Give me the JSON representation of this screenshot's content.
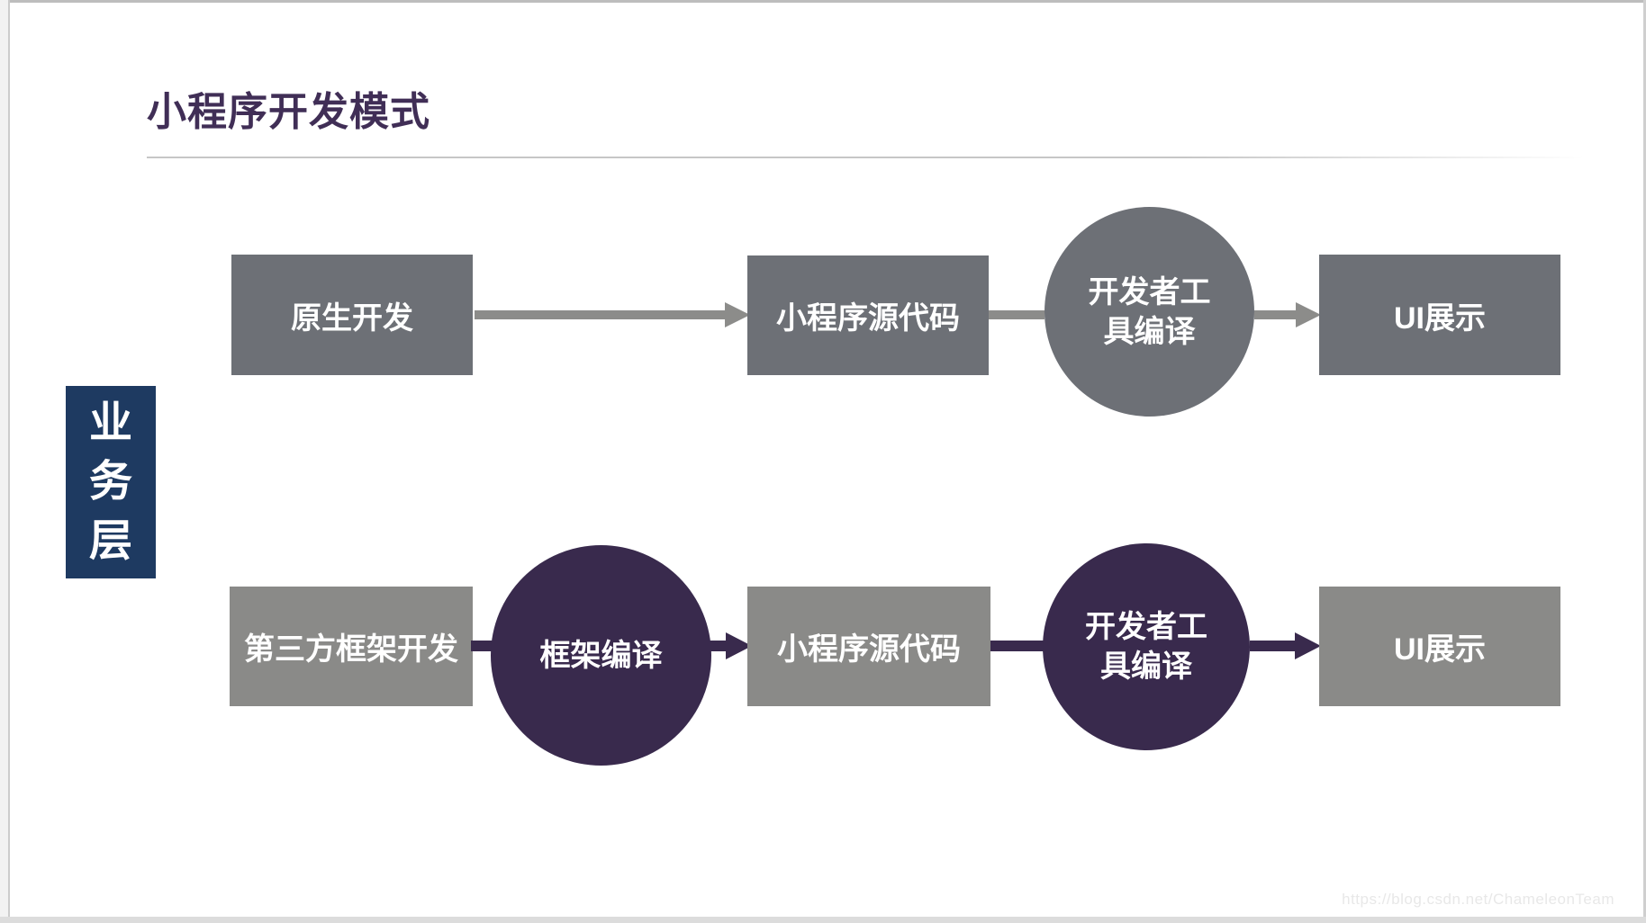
{
  "title": "小程序开发模式",
  "side_label": {
    "text": "业务层",
    "chars": [
      "业",
      "务",
      "层"
    ]
  },
  "flow": {
    "row_native": {
      "box_native": "原生开发",
      "box_source": "小程序源代码",
      "circle_devtools_line1": "开发者工",
      "circle_devtools_line2": "具编译",
      "box_ui": "UI展示"
    },
    "row_framework": {
      "box_framework": "第三方框架开发",
      "circle_compile": "框架编译",
      "box_source": "小程序源代码",
      "circle_devtools_line1": "开发者工",
      "circle_devtools_line2": "具编译",
      "box_ui": "UI展示"
    }
  },
  "watermark": "https://blog.csdn.net/ChameleonTeam",
  "colors": {
    "title_text": "#402e56",
    "dark_gray_node": "#6d7076",
    "light_gray_node": "#8a8a88",
    "gray_arrow": "#8c8c8a",
    "purple_node": "#392a4d",
    "navy_label": "#1e3a61",
    "node_text": "#ffffff",
    "watermark_text": "#e8e8e8",
    "page_background": "#ffffff"
  }
}
